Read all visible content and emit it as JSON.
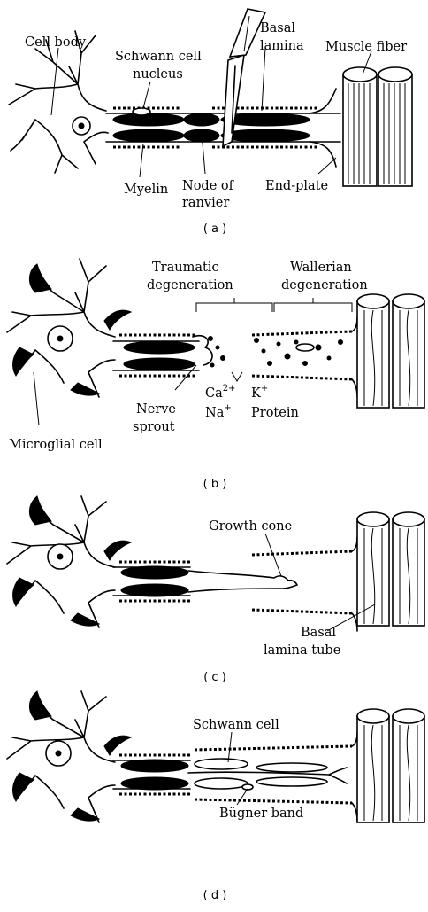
{
  "panels": [
    {
      "id": "a",
      "caption": "( a )",
      "labels": {
        "cell_body": "Cell body",
        "schwann_1": "Schwann cell",
        "schwann_2": "nucleus",
        "basal_1": "Basal",
        "basal_2": "lamina",
        "muscle_fiber": "Muscle fiber",
        "myelin": "Myelin",
        "node_1": "Node of",
        "node_2": "ranvier",
        "end_plate": "End-plate"
      }
    },
    {
      "id": "b",
      "caption": "( b )",
      "labels": {
        "traumatic_1": "Traumatic",
        "traumatic_2": "degeneration",
        "wallerian_1": "Wallerian",
        "wallerian_2": "degeneration",
        "ca": "Ca",
        "ca_sup": "2+",
        "na": "Na",
        "na_sup": "+",
        "k": "K",
        "k_sup": "+",
        "protein": "Protein",
        "sprout_1": "Nerve",
        "sprout_2": "sprout",
        "microglial": "Microglial cell"
      }
    },
    {
      "id": "c",
      "caption": "( c )",
      "labels": {
        "growth_cone": "Growth cone",
        "basal_tube_1": "Basal",
        "basal_tube_2": "lamina tube"
      }
    },
    {
      "id": "d",
      "caption": "( d )",
      "labels": {
        "schwann": "Schwann cell",
        "bugner": "Bügner band"
      }
    }
  ]
}
